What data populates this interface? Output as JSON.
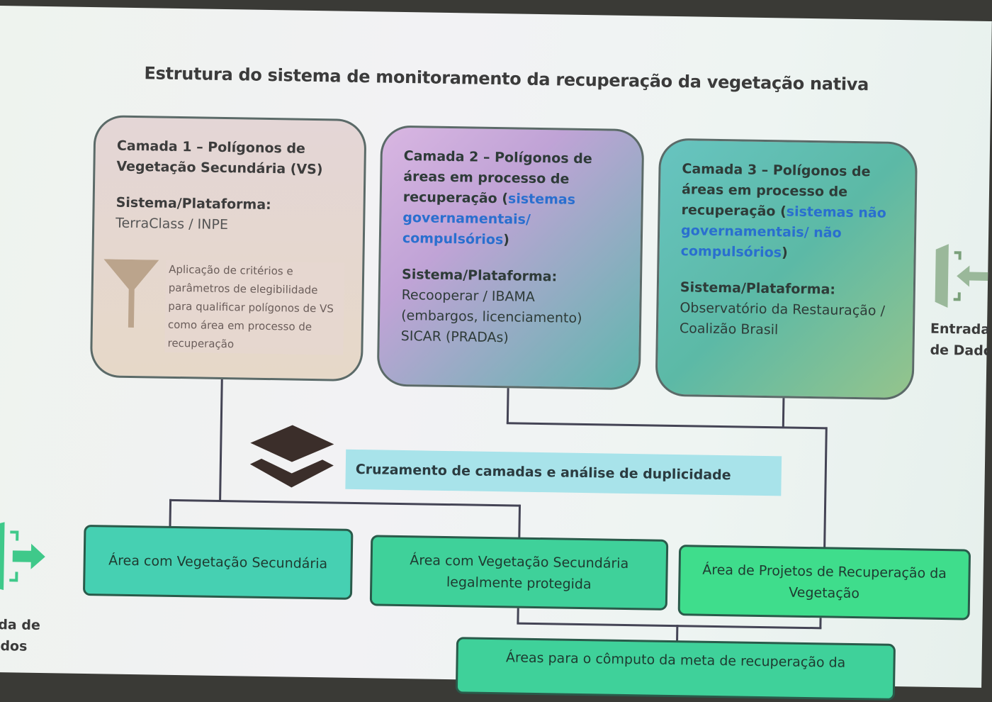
{
  "title": "Estrutura do sistema de monitoramento da recuperação da vegetação nativa",
  "layers": [
    {
      "heading": "Camada 1 – Polígonos de Vegetação Secundária (VS)",
      "system_label": "Sistema/Plataforma:",
      "system_value": "TerraClass / INPE",
      "filter_note": "Aplicação de critérios e parâmetros de elegibilidade para qualificar polígonos de VS como área em processo de recuperação"
    },
    {
      "heading": "Camada 2 – Polígonos de áreas em processo de recuperação (",
      "heading_highlight": "sistemas governamentais/ compulsórios",
      "heading_end": ")",
      "system_label": "Sistema/Plataforma:",
      "system_lines": [
        "Recooperar / IBAMA",
        "(embargos, licenciamento)",
        "SICAR (PRADAs)"
      ]
    },
    {
      "heading": "Camada 3 – Polígonos de áreas em processo de recuperação (",
      "heading_highlight": "sistemas não governamentais/ não compulsórios",
      "heading_end": ")",
      "system_label": "Sistema/Plataforma:",
      "system_value": "Observatório da Restauração / Coalizão Brasil"
    }
  ],
  "crossing": "Cruzamento de camadas e análise de duplicidade",
  "outputs": [
    "Área com Vegetação Secundária",
    "Área com Vegetação Secundária legalmente protegida",
    "Área de Projetos de Recuperação da Vegetação",
    "Áreas para o cômputo da meta de recuperação da"
  ],
  "input_label": [
    "Entrada",
    "de Dados"
  ],
  "output_label": [
    "Saída de",
    "Dados"
  ],
  "colors": {
    "icon_green": "#3fc98a",
    "entry_icon": "#9ab89a"
  }
}
